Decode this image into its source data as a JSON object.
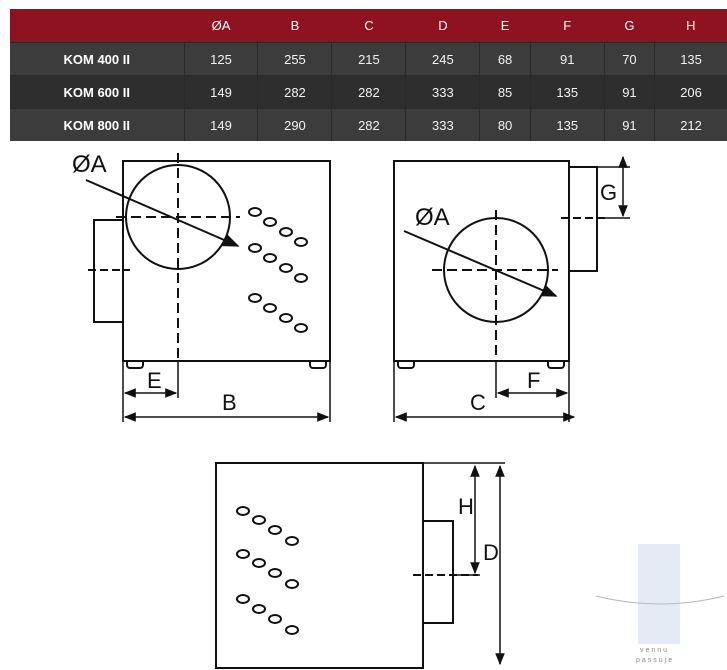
{
  "table": {
    "headers": [
      "ØA",
      "B",
      "C",
      "D",
      "E",
      "F",
      "G",
      "H"
    ],
    "rows": [
      {
        "model": "KOM 400 II",
        "values": [
          "125",
          "255",
          "215",
          "245",
          "68",
          "91",
          "70",
          "135"
        ]
      },
      {
        "model": "KOM 600 II",
        "values": [
          "149",
          "282",
          "282",
          "333",
          "85",
          "135",
          "91",
          "206"
        ]
      },
      {
        "model": "KOM 800 II",
        "values": [
          "149",
          "290",
          "282",
          "333",
          "80",
          "135",
          "91",
          "212"
        ]
      }
    ]
  },
  "diagram": {
    "front_view": {
      "diameter_label": "ØA",
      "offset_label": "E",
      "width_label": "B"
    },
    "back_view": {
      "diameter_label": "ØA",
      "outlet_label": "G",
      "width_label": "C",
      "offset_label": "F"
    },
    "side_view": {
      "outlet_height_label": "H",
      "height_label": "D"
    }
  },
  "watermark": {
    "line1": "vennu",
    "line2": "passuje"
  },
  "colors": {
    "header": "#8f1221",
    "row_dark": "#3c3c3c",
    "row_darker": "#2e2e2e"
  }
}
